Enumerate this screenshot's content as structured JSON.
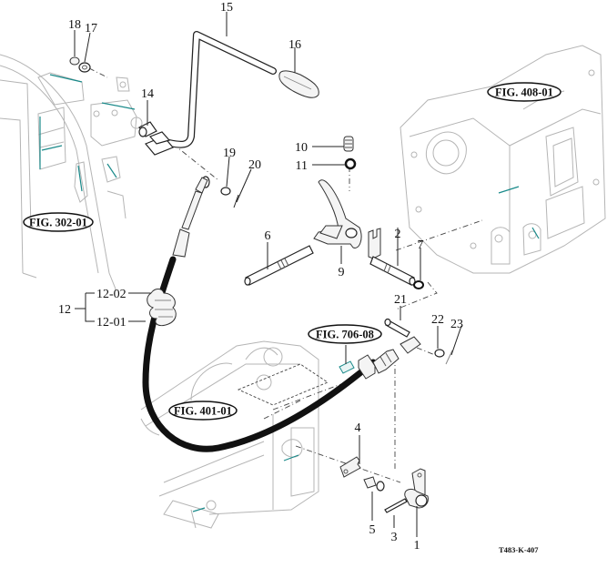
{
  "diagram": {
    "type": "exploded parts diagram",
    "drawing_code": "T483-K-407",
    "accent_colors": {
      "line_art": "#b5b5b5",
      "highlight": "#1a8a8a",
      "parts": "#222222",
      "cable": "#111111"
    },
    "figure_references": [
      {
        "id": "fig-408",
        "label": "FIG. 408-01"
      },
      {
        "id": "fig-302",
        "label": "FIG. 302-01"
      },
      {
        "id": "fig-706",
        "label": "FIG. 706-08"
      },
      {
        "id": "fig-401",
        "label": "FIG. 401-01"
      }
    ],
    "callouts": [
      {
        "id": "c1",
        "label": "1"
      },
      {
        "id": "c2",
        "label": "2"
      },
      {
        "id": "c3",
        "label": "3"
      },
      {
        "id": "c4",
        "label": "4"
      },
      {
        "id": "c5",
        "label": "5"
      },
      {
        "id": "c6",
        "label": "6"
      },
      {
        "id": "c7",
        "label": "7"
      },
      {
        "id": "c9",
        "label": "9"
      },
      {
        "id": "c10",
        "label": "10"
      },
      {
        "id": "c11",
        "label": "11"
      },
      {
        "id": "c12",
        "label": "12"
      },
      {
        "id": "c12-01",
        "label": "12-01"
      },
      {
        "id": "c12-02",
        "label": "12-02"
      },
      {
        "id": "c14",
        "label": "14"
      },
      {
        "id": "c15",
        "label": "15"
      },
      {
        "id": "c16",
        "label": "16"
      },
      {
        "id": "c17",
        "label": "17"
      },
      {
        "id": "c18",
        "label": "18"
      },
      {
        "id": "c19",
        "label": "19"
      },
      {
        "id": "c20",
        "label": "20"
      },
      {
        "id": "c21",
        "label": "21"
      },
      {
        "id": "c22",
        "label": "22"
      },
      {
        "id": "c23",
        "label": "23"
      }
    ]
  }
}
